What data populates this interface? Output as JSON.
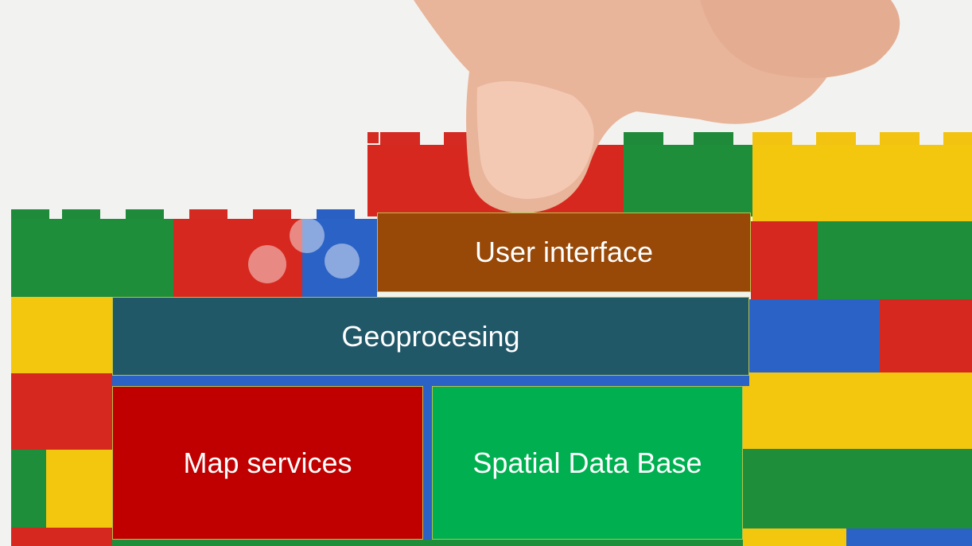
{
  "layers": {
    "user_interface": {
      "label": "User interface",
      "color": "#984807"
    },
    "geoprocessing": {
      "label": "Geoprocesing",
      "color": "#215868"
    },
    "map_services": {
      "label": "Map services",
      "color": "#C00000"
    },
    "spatial_db": {
      "label": "Spatial Data Base",
      "color": "#00B050"
    }
  },
  "background": {
    "image": "lego-bricks-photo",
    "subject": "hand placing red lego brick"
  }
}
